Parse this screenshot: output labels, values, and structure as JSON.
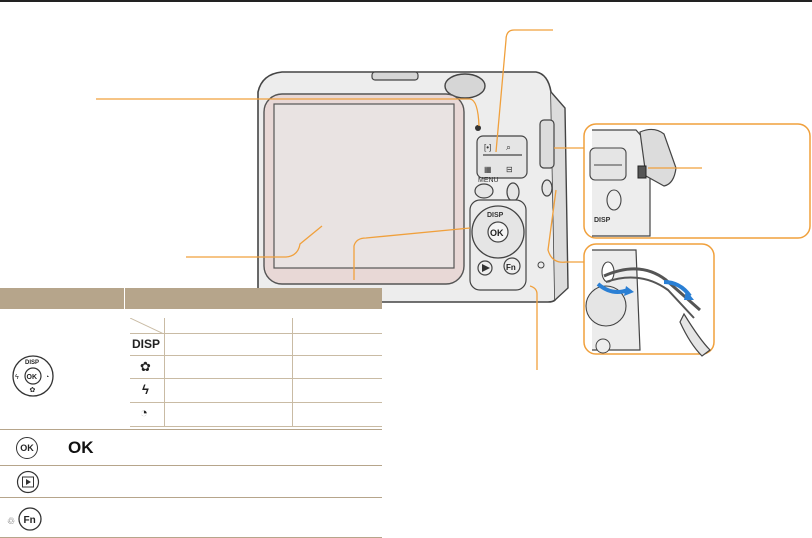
{
  "colors": {
    "accent": "#f0a03c",
    "table_header": "#b6a58b",
    "camera_body": "#e8e8e8",
    "camera_outline": "#444444",
    "screen_frame": "#e8d8d6"
  },
  "camera": {
    "menu_label": "MENU",
    "disp_label": "DISP",
    "ok_label": "OK",
    "fn_label": "Fn",
    "port_icon": "usb-icon"
  },
  "table": {
    "header_col1": "",
    "header_col2": "",
    "rows": [
      {
        "icon": "navigation-dial-icon",
        "icon_text": "DISP",
        "label": ""
      },
      {
        "icon": "ok-button-icon",
        "icon_text": "OK",
        "label": "OK"
      },
      {
        "icon": "playback-button-icon",
        "icon_text": "",
        "label": ""
      },
      {
        "icon": "fn-button-icon",
        "icon_text": "Fn",
        "label": ""
      }
    ],
    "subrows": [
      {
        "symbol": "",
        "col1": "",
        "col2": ""
      },
      {
        "symbol": "DISP",
        "col1": "",
        "col2": ""
      },
      {
        "symbol": "macro-icon",
        "col1": "",
        "col2": ""
      },
      {
        "symbol": "flash-icon",
        "col1": "",
        "col2": ""
      },
      {
        "symbol": "timer-icon",
        "col1": "",
        "col2": ""
      }
    ]
  }
}
